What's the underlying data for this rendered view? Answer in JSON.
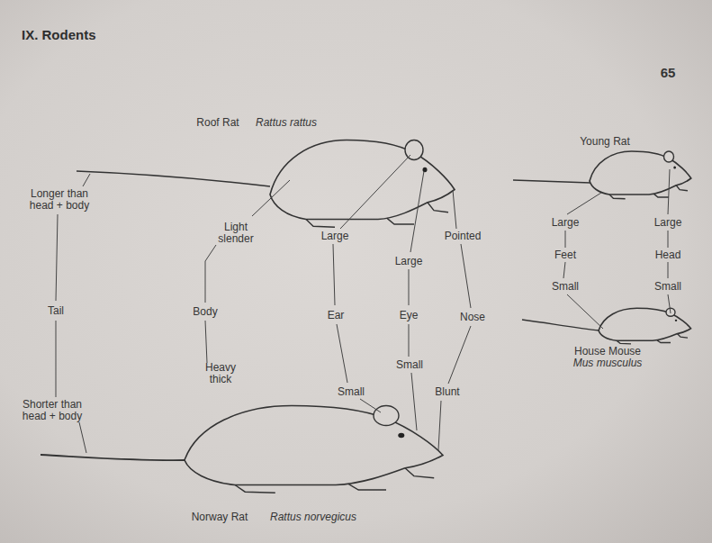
{
  "diagram": {
    "title": "IX. Rodents",
    "labels": [
      "65",
      "Roof Rat",
      "Rattus rattus",
      "Young Rat",
      "Longer than head + body",
      "Light slender",
      "Large",
      "Pointed",
      "Large",
      "Large",
      "Large",
      "Feet",
      "Head",
      "Small",
      "Small",
      "Tail",
      "Body",
      "Ear",
      "Eye",
      "Nose",
      "House Mouse",
      "Mus musculus",
      "Small",
      "Heavy thick",
      "Small",
      "Blunt",
      "Shorter than head + body",
      "Norway Rat",
      "Rattus norvegicus"
    ]
  }
}
